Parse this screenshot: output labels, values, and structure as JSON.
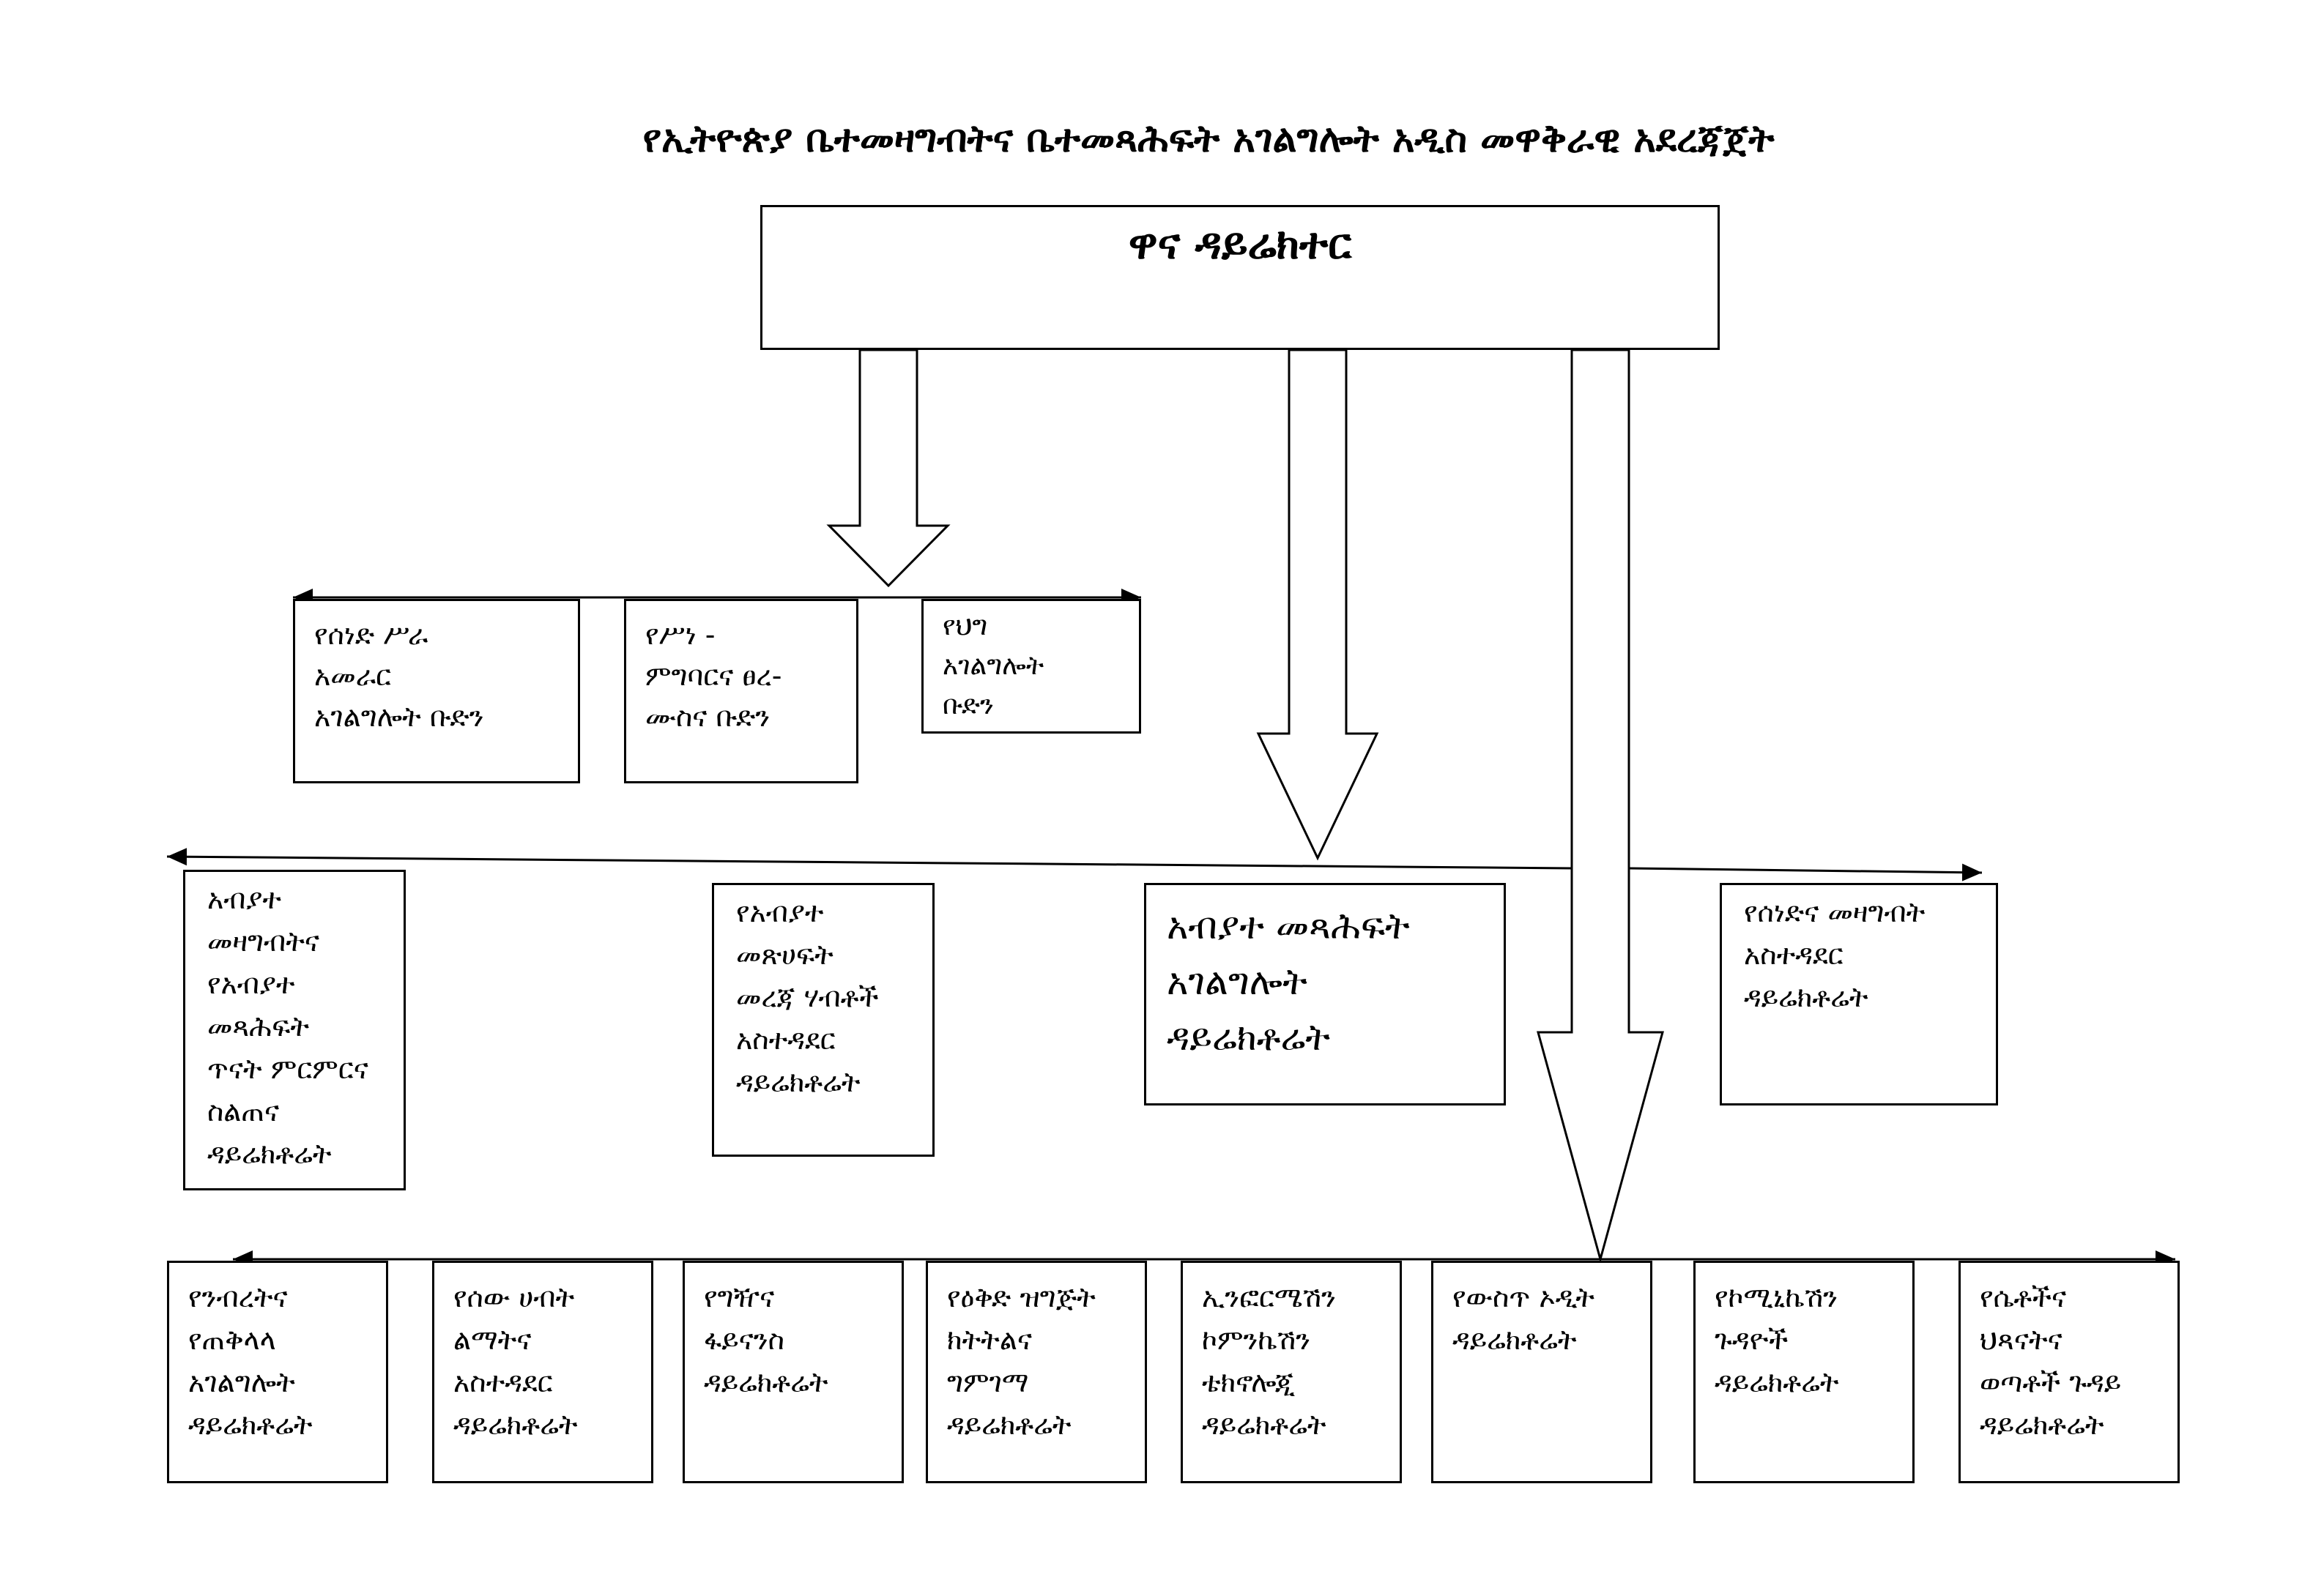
{
  "title": "የኢትዮጵያ ቤተመዛግብትና ቤተመጻሕፍት አገልግሎት አዲስ መዋቅራዊ አደረጃጀት",
  "head": {
    "label": "ዋና ዳይሬክተር"
  },
  "teams": [
    {
      "lines": [
        "የሰነድ ሥራ",
        "አመራር",
        "አገልግሎት ቡድን"
      ]
    },
    {
      "lines": [
        "የሥነ -",
        "ምግባርና ፀረ-",
        "ሙስና ቡድን"
      ]
    },
    {
      "lines": [
        "የህግ",
        "አገልግሎት",
        "ቡድን"
      ]
    }
  ],
  "core_directorates": [
    {
      "lines": [
        "አብያተ",
        "መዛግብትና",
        "የአብያተ",
        "መጻሕፍት",
        "ጥናት ምርምርና",
        "ስልጠና",
        "ዳይሬክቶሬት"
      ]
    },
    {
      "lines": [
        "የአብያተ",
        "መጽሀፍት",
        "መረጃ ሃብቶች",
        "አስተዳደር",
        "ዳይሬክቶሬት"
      ]
    },
    {
      "lines": [
        "አብያተ መጻሕፍት",
        "አገልግሎት",
        "ዳይሬክቶሬት"
      ]
    },
    {
      "lines": [
        "የሰነድና መዛግብት",
        "አስተዳደር",
        "ዳይሬክቶሬት"
      ]
    }
  ],
  "support_directorates": [
    {
      "lines": [
        "የንብረትና",
        "የጠቅላላ",
        "አገልግሎት",
        "ዳይሬክቶሬት"
      ]
    },
    {
      "lines": [
        "የሰው ሀብት",
        "ልማትና",
        "አስተዳደር",
        "ዳይሬክቶሬት"
      ]
    },
    {
      "lines": [
        "የግዥና",
        "ፋይናንስ",
        "ዳይሬክቶሬት"
      ]
    },
    {
      "lines": [
        "የዕቅድ ዝግጅት",
        "ክትትልና",
        "ግምገማ",
        "ዳይሬክቶሬት"
      ]
    },
    {
      "lines": [
        "ኢንፎርሜሽን",
        "ኮምንኬሽን",
        "ቴክኖሎጂ",
        "ዳይሬክቶሬት"
      ]
    },
    {
      "lines": [
        "የውስጥ ኦዲት",
        "ዳይሬክቶሬት"
      ]
    },
    {
      "lines": [
        "የኮሚኒኬሽን",
        "ጉዳዮች",
        "ዳይሬክቶሬት"
      ]
    },
    {
      "lines": [
        "የሴቶችና",
        "ህጻናትና",
        "ወጣቶች ጉዳይ",
        "ዳይሬክቶሬት"
      ]
    }
  ],
  "colors": {
    "stroke": "#000000",
    "background": "#ffffff"
  }
}
